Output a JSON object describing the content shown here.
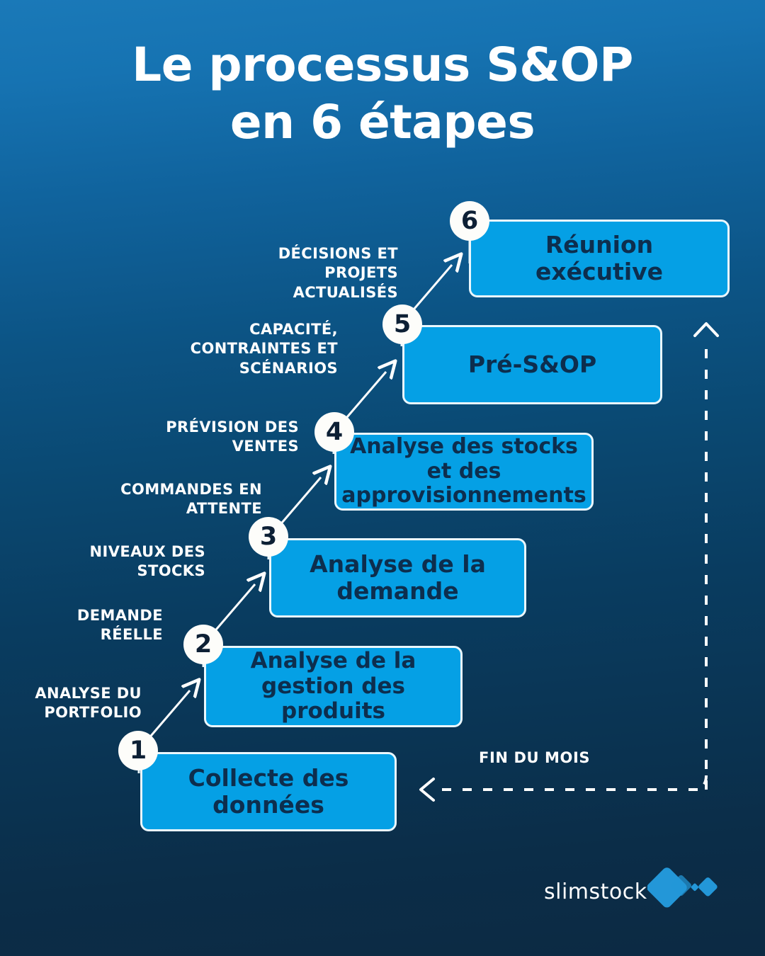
{
  "title": {
    "line1": "Le processus S&OP",
    "line2": "en 6 étapes"
  },
  "steps": [
    {
      "number": "1",
      "label": "Collecte des données"
    },
    {
      "number": "2",
      "label": "Analyse de la gestion des produits"
    },
    {
      "number": "3",
      "label": "Analyse de la demande"
    },
    {
      "number": "4",
      "label": "Analyse des stocks et des approvisionnements"
    },
    {
      "number": "5",
      "label": "Pré-S&OP"
    },
    {
      "number": "6",
      "label": "Réunion exécutive"
    }
  ],
  "inputs": [
    {
      "text": "ANALYSE DU PORTFOLIO"
    },
    {
      "text": "DEMANDE RÉELLE"
    },
    {
      "text": "NIVEAUX DES STOCKS"
    },
    {
      "text": "COMMANDES EN ATTENTE"
    },
    {
      "text": "PRÉVISION DES VENTES"
    },
    {
      "text": "CAPACITÉ, CONTRAINTES ET SCÉNARIOS"
    },
    {
      "text": "DÉCISIONS ET PROJETS ACTUALISÉS"
    }
  ],
  "cycle": {
    "caption": "FIN DU MOIS"
  },
  "brand": {
    "name": "slimstock"
  },
  "colors": {
    "background_top": "#1a79b8",
    "background_bottom": "#0c2a43",
    "box_fill": "#05a0e5",
    "box_border": "#eaf7fd",
    "box_text": "#0d2e4e",
    "circle_fill": "#fdfdfa",
    "circle_text": "#0d2035",
    "label_text": "#ffffff",
    "logo_diamond": "#2397d8"
  }
}
